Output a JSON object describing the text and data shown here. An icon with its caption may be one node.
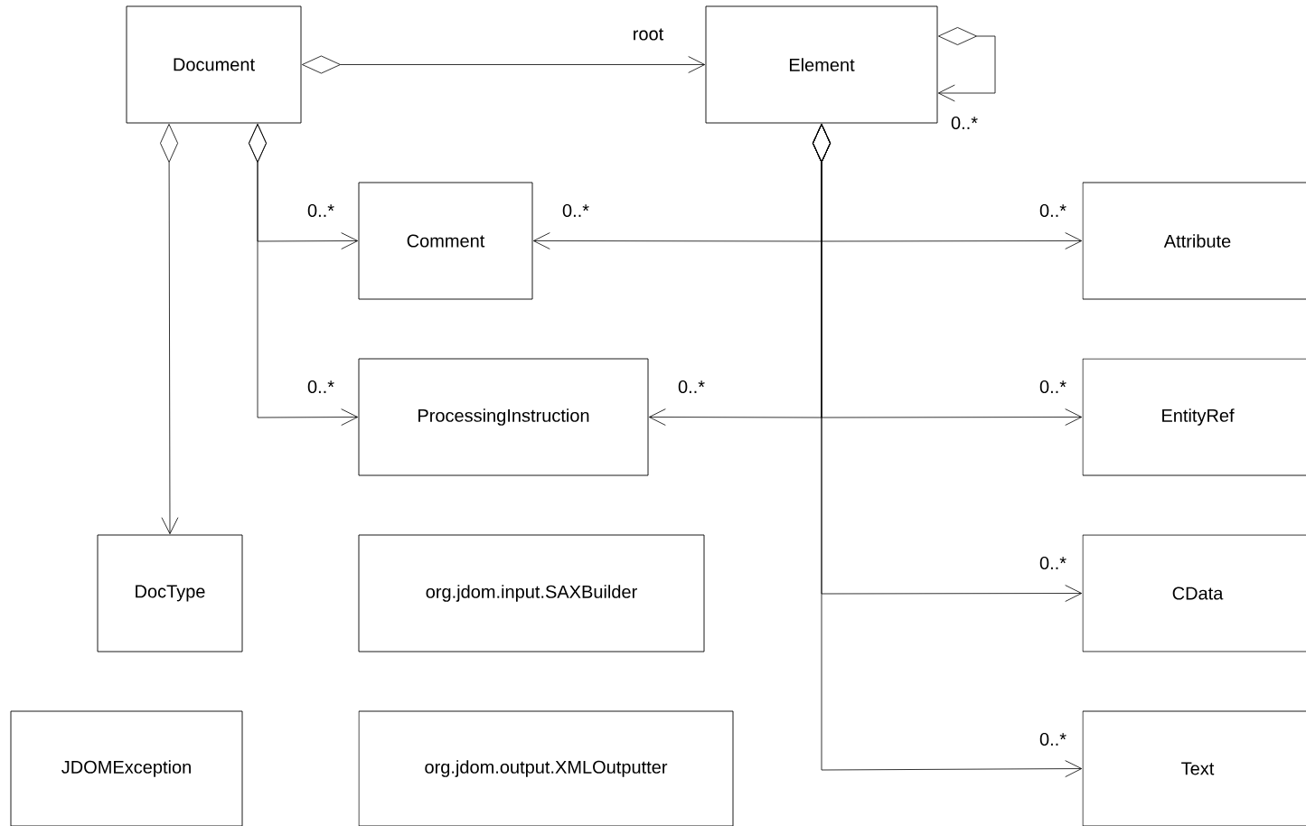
{
  "diagram": {
    "nodes": [
      {
        "text": [
          "Document"
        ]
      },
      {
        "text": [
          "Element"
        ]
      },
      {
        "text": [
          "Comment"
        ]
      },
      {
        "text": [
          "Attribute"
        ]
      },
      {
        "text": [
          "ProcessingInstruction"
        ]
      },
      {
        "text": [
          "EntityRef"
        ]
      },
      {
        "text": [
          "DocType"
        ]
      },
      {
        "text": [
          "org.jdom.input.SAXBuilder"
        ]
      },
      {
        "text": [
          "CData"
        ]
      },
      {
        "text": [
          "JDOMException"
        ]
      },
      {
        "text": [
          "org.jdom.output.XMLOutputter"
        ]
      },
      {
        "text": [
          "Text"
        ]
      }
    ],
    "edges": [
      {
        "from": 0,
        "to": 1,
        "arrow": "to",
        "label": "root"
      },
      {
        "from": 1,
        "to": 1,
        "arrow": "to",
        "label": "0..*"
      },
      {
        "from": 0,
        "to": 6,
        "arrow": "to"
      },
      {
        "from": 0,
        "to": 2,
        "arrow": "to",
        "label": "0..*"
      },
      {
        "from": 0,
        "to": 4,
        "arrow": "to",
        "label": "0..*"
      },
      {
        "from": 1,
        "to": 2,
        "arrow": "to",
        "label": "0..*"
      },
      {
        "from": 1,
        "to": 3,
        "arrow": "to",
        "label": "0..*"
      },
      {
        "from": 1,
        "to": 4,
        "arrow": "to",
        "label": "0..*"
      },
      {
        "from": 1,
        "to": 5,
        "arrow": "to",
        "label": "0..*"
      },
      {
        "from": 1,
        "to": 8,
        "arrow": "to",
        "label": "0..*"
      },
      {
        "from": 1,
        "to": 11,
        "arrow": "to",
        "label": "0..*"
      }
    ]
  }
}
